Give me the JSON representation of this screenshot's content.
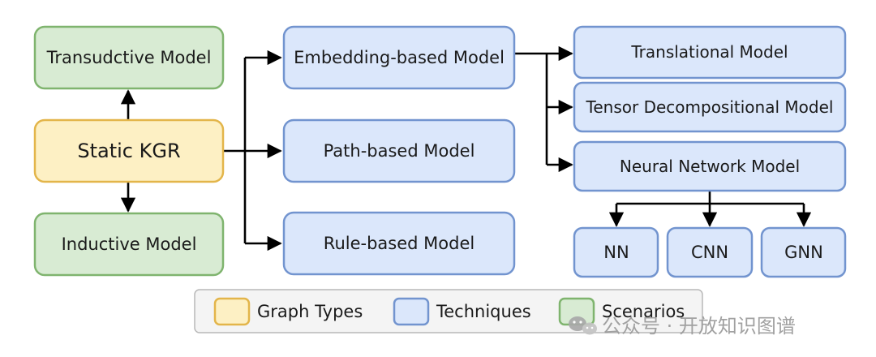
{
  "colors": {
    "graph_fill": "#fdf0c4",
    "graph_stroke": "#e3b54a",
    "tech_fill": "#dbe7fb",
    "tech_stroke": "#7294cf",
    "scen_fill": "#d8ebd3",
    "scen_stroke": "#7fb46e",
    "edge": "#000000"
  },
  "nodes": {
    "transductive": "Transudctive Model",
    "static_kgr": "Static KGR",
    "inductive": "Inductive Model",
    "embedding": "Embedding-based Model",
    "path": "Path-based Model",
    "rule": "Rule-based Model",
    "translational": "Translational Model",
    "tensor": "Tensor Decompositional Model",
    "neural": "Neural Network Model",
    "nn": "NN",
    "cnn": "CNN",
    "gnn": "GNN"
  },
  "legend": {
    "graph_types": "Graph Types",
    "techniques": "Techniques",
    "scenarios": "Scenarios"
  },
  "watermark": {
    "icon": "wechat-icon",
    "text": "公众号 · 开放知识图谱"
  }
}
